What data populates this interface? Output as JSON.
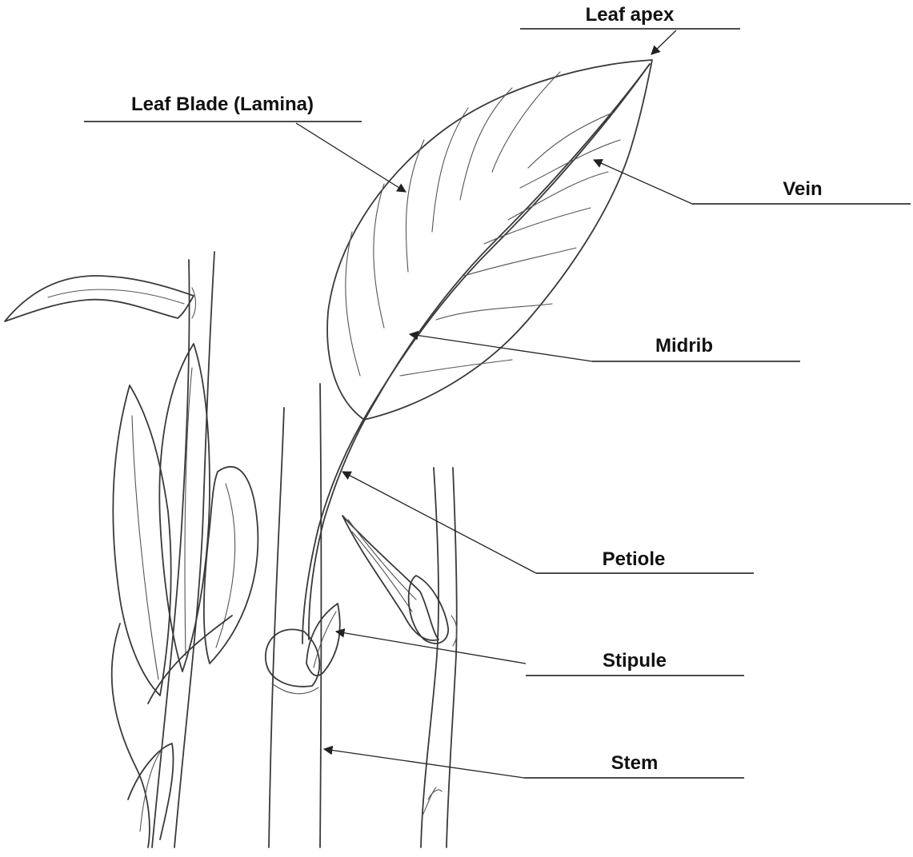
{
  "labels": {
    "leaf_apex": "Leaf apex",
    "leaf_blade": "Leaf Blade (Lamina)",
    "vein": "Vein",
    "midrib": "Midrib",
    "petiole": "Petiole",
    "stipule": "Stipule",
    "stem": "Stem"
  },
  "colors": {
    "line": "#3a3a3a",
    "label": "#111111",
    "background": "#ffffff"
  }
}
